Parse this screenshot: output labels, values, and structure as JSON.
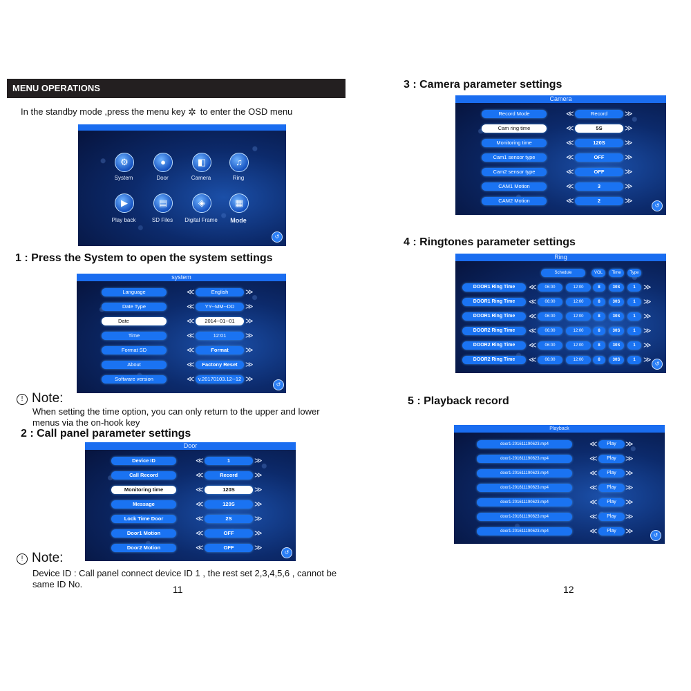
{
  "left_page": {
    "section_title": "MENU OPERATIONS",
    "intro_before": "In the standby mode ,press the menu key",
    "intro_after": "to enter the OSD menu",
    "main_menu": {
      "items": [
        "System",
        "Door",
        "Camera",
        "Ring",
        "Play back",
        "SD Files",
        "Digital Frame",
        "Mode"
      ]
    },
    "step1_heading": "1 : Press the System to open the system settings",
    "system_screen": {
      "title": "system",
      "rows": [
        {
          "label": "Language",
          "value": "English"
        },
        {
          "label": "Date Type",
          "value": "YY--MM--DD"
        },
        {
          "label": "Date",
          "value": "2014--01--01"
        },
        {
          "label": "Time",
          "value": "12:01"
        },
        {
          "label": "Format  SD",
          "value": "Format"
        },
        {
          "label": "About",
          "value": "Factony  Reset"
        },
        {
          "label": "Software version",
          "value": "v.20170103.12--12"
        }
      ]
    },
    "note1_title": "Note:",
    "note1_text": "When setting the time option, you can only return to the upper and lower menus via the on-hook key",
    "step2_heading": "2 : Call panel parameter settings",
    "door_screen": {
      "title": "Door",
      "rows": [
        {
          "label": "Device ID",
          "value": "1"
        },
        {
          "label": "Call Record",
          "value": "Record"
        },
        {
          "label": "Monitoring time",
          "value": "120S"
        },
        {
          "label": "Message",
          "value": "120S"
        },
        {
          "label": "Lock Time Door",
          "value": "2S"
        },
        {
          "label": "Door1 Motion",
          "value": "OFF"
        },
        {
          "label": "Door2 Motion",
          "value": "OFF"
        }
      ]
    },
    "note2_title": "Note:",
    "note2_text": "Device ID :  Call panel connect device ID 1 , the rest set 2,3,4,5,6 , cannot be same ID No.",
    "page_number": "11"
  },
  "right_page": {
    "step3_heading": "3 : Camera parameter settings",
    "camera_screen": {
      "title": "Camera",
      "rows": [
        {
          "label": "Record  Mode",
          "value": "Record"
        },
        {
          "label": "Cam ring time",
          "value": "5S"
        },
        {
          "label": "Monitoring  time",
          "value": "120S"
        },
        {
          "label": "Cam1  sensor  type",
          "value": "OFF"
        },
        {
          "label": "Cam2  sensor  type",
          "value": "OFF"
        },
        {
          "label": "CAM1 Motion",
          "value": "3"
        },
        {
          "label": "CAM2 Motion",
          "value": "2"
        }
      ]
    },
    "step4_heading": "4 : Ringtones parameter settings",
    "ring_screen": {
      "title": "Ring",
      "headers": [
        "Schedule",
        "VOL",
        "Time",
        "Type"
      ],
      "rows": [
        {
          "label": "DOOR1  Ring  Time",
          "start": "06:00",
          "end": "12:00",
          "vol": "8",
          "time": "30S",
          "type": "1"
        },
        {
          "label": "DOOR1  Ring  Time",
          "start": "06:00",
          "end": "12:00",
          "vol": "8",
          "time": "30S",
          "type": "1"
        },
        {
          "label": "DOOR1  Ring  Time",
          "start": "06:00",
          "end": "12:00",
          "vol": "8",
          "time": "30S",
          "type": "1"
        },
        {
          "label": "DOOR2  Ring  Time",
          "start": "06:00",
          "end": "12:00",
          "vol": "8",
          "time": "30S",
          "type": "1"
        },
        {
          "label": "DOOR2  Ring  Time",
          "start": "06:00",
          "end": "12:00",
          "vol": "8",
          "time": "30S",
          "type": "1"
        },
        {
          "label": "DOOR2  Ring  Time",
          "start": "06:00",
          "end": "12:00",
          "vol": "8",
          "time": "30S",
          "type": "1"
        }
      ]
    },
    "step5_heading": "5 : Playback record",
    "playback_screen": {
      "title": "Playback",
      "rows": [
        {
          "file": "door1-201611190623.mp4",
          "action": "Play"
        },
        {
          "file": "door1-201611190623.mp4",
          "action": "Play"
        },
        {
          "file": "door1-201611190623.mp4",
          "action": "Play"
        },
        {
          "file": "door1-201611190623.mp4",
          "action": "Play"
        },
        {
          "file": "door1-201611190623.mp4",
          "action": "Play"
        },
        {
          "file": "door1-201611190623.mp4",
          "action": "Play"
        },
        {
          "file": "door1-201611190623.mp4",
          "action": "Play"
        }
      ]
    },
    "page_number": "12"
  }
}
